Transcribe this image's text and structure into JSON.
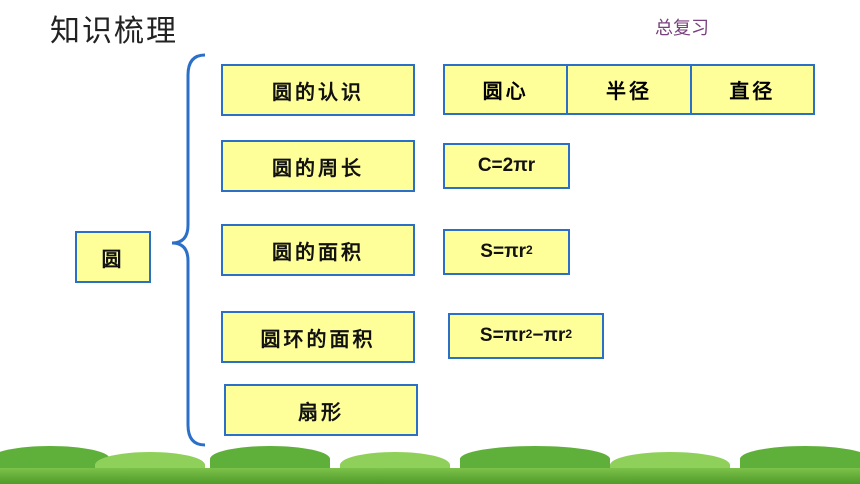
{
  "header": {
    "title": "知识梳理",
    "subtitle": "总复习"
  },
  "root": {
    "label": "圆"
  },
  "branches": [
    {
      "label": "圆的认识"
    },
    {
      "label": "圆的周长"
    },
    {
      "label": "圆的面积"
    },
    {
      "label": "圆环的面积"
    },
    {
      "label": "扇形"
    }
  ],
  "recognition_parts": [
    "圆心",
    "半径",
    "直径"
  ],
  "formulas": {
    "circumference": {
      "text": "C=2πr"
    },
    "area": {
      "base": "S=πr",
      "exp": "2"
    },
    "ring_area": {
      "part1": "S=πr",
      "exp1": "2",
      "part2": "−πr",
      "exp2": "2"
    }
  },
  "colors": {
    "box_fill": "#ffff99",
    "box_border": "#2b6fc9",
    "brace": "#2b6fc9",
    "subtitle": "#7a3f7f"
  }
}
